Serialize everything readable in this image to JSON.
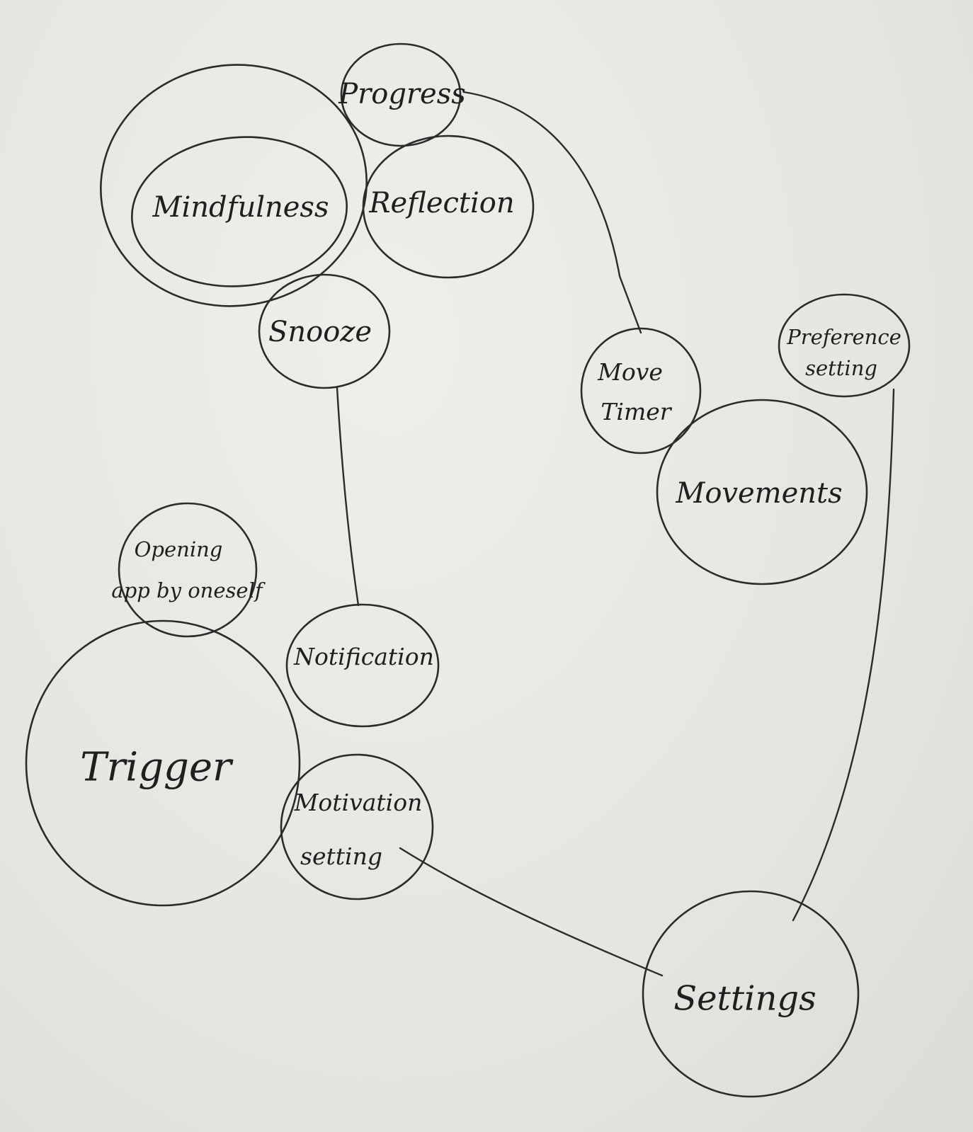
{
  "nodes": {
    "progress": "Progress",
    "mindfulness": "Mindfulness",
    "reflection": "Reflection",
    "snooze": "Snooze",
    "move_timer": {
      "line1": "Move",
      "line2": "Timer"
    },
    "movements": "Movements",
    "preference_setting": {
      "line1": "Preference",
      "line2": "setting"
    },
    "opening_app": {
      "line1": "Opening",
      "line2": "app by oneself"
    },
    "notification": "Notification",
    "trigger": "Trigger",
    "motivation_setting": {
      "line1": "Motivation",
      "line2": "setting"
    },
    "settings": "Settings"
  },
  "style": {
    "ink": "#2b2b2b",
    "paper": "#e9e8e4"
  }
}
